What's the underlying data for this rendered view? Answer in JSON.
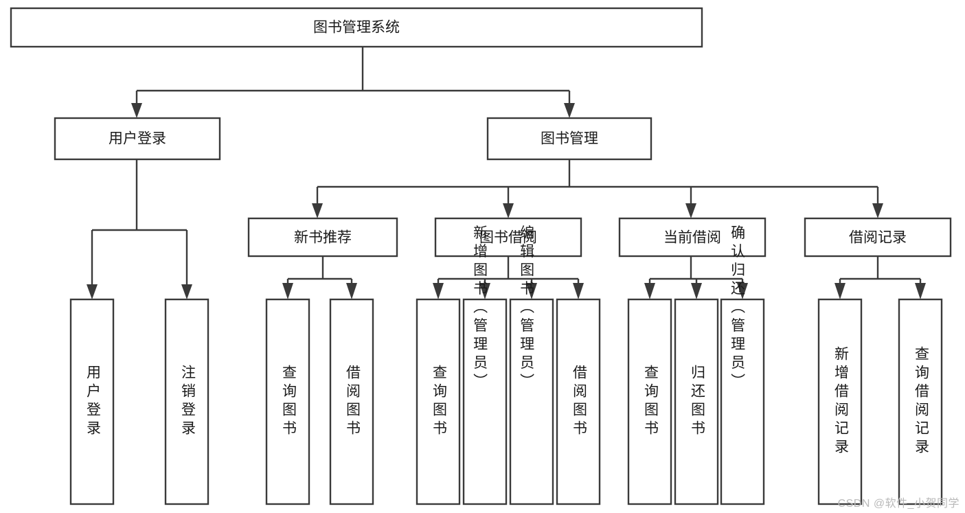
{
  "diagram": {
    "type": "tree-hierarchy-chart",
    "title": "图书管理系统",
    "watermark": "CSDN @软件_小贺同学",
    "colors": {
      "stroke": "#3a3a3a",
      "box_fill": "#ffffff",
      "text": "#1a1a1a",
      "watermark": "#b9b9b9",
      "background": "#ffffff"
    },
    "levels": {
      "level1": [
        {
          "id": "root",
          "label": "图书管理系统",
          "orientation": "horizontal"
        }
      ],
      "level2": [
        {
          "id": "user-login",
          "label": "用户登录",
          "orientation": "horizontal"
        },
        {
          "id": "book-manage",
          "label": "图书管理",
          "orientation": "horizontal"
        }
      ],
      "level3": [
        {
          "id": "new-book-rec",
          "label": "新书推荐",
          "orientation": "horizontal"
        },
        {
          "id": "book-borrow",
          "label": "图书借阅",
          "orientation": "horizontal"
        },
        {
          "id": "current-borrow",
          "label": "当前借阅",
          "orientation": "horizontal"
        },
        {
          "id": "borrow-record",
          "label": "借阅记录",
          "orientation": "horizontal"
        }
      ],
      "level4": [
        {
          "id": "leaf-user-login",
          "parent": "user-login",
          "label": "用户登录",
          "orientation": "vertical"
        },
        {
          "id": "leaf-logout",
          "parent": "user-login",
          "label": "注销登录",
          "orientation": "vertical"
        },
        {
          "id": "leaf-query-book-1",
          "parent": "new-book-rec",
          "label": "查询图书",
          "orientation": "vertical"
        },
        {
          "id": "leaf-borrow-book-1",
          "parent": "new-book-rec",
          "label": "借阅图书",
          "orientation": "vertical"
        },
        {
          "id": "leaf-query-book-2",
          "parent": "book-borrow",
          "label": "查询图书",
          "orientation": "vertical"
        },
        {
          "id": "leaf-add-book",
          "parent": "book-borrow",
          "label": "新增图书（管理员）",
          "orientation": "vertical"
        },
        {
          "id": "leaf-edit-book",
          "parent": "book-borrow",
          "label": "编辑图书（管理员）",
          "orientation": "vertical"
        },
        {
          "id": "leaf-borrow-book-2",
          "parent": "book-borrow",
          "label": "借阅图书",
          "orientation": "vertical"
        },
        {
          "id": "leaf-query-book-3",
          "parent": "current-borrow",
          "label": "查询图书",
          "orientation": "vertical"
        },
        {
          "id": "leaf-return-book",
          "parent": "current-borrow",
          "label": "归还图书",
          "orientation": "vertical"
        },
        {
          "id": "leaf-confirm-return",
          "parent": "current-borrow",
          "label": "确认归还（管理员）",
          "orientation": "vertical"
        },
        {
          "id": "leaf-add-record",
          "parent": "borrow-record",
          "label": "新增借阅记录",
          "orientation": "vertical"
        },
        {
          "id": "leaf-query-record",
          "parent": "borrow-record",
          "label": "查询借阅记录",
          "orientation": "vertical"
        }
      ]
    }
  }
}
